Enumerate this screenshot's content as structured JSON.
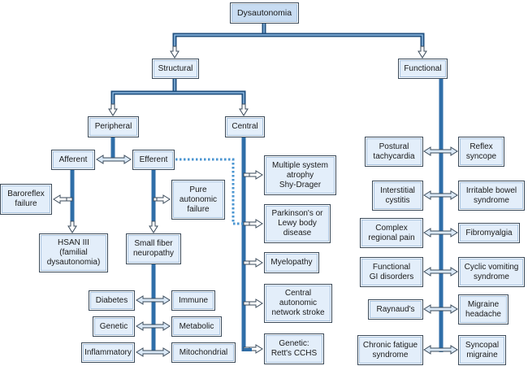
{
  "title": "Dysautonomia",
  "colors": {
    "line": "#2f6ea8",
    "line_dark": "#1f4f7f",
    "dotted": "#4a95d1",
    "box_fill": "#e3eefa",
    "box_border": "#3a4a5a"
  },
  "nodes": {
    "root": "Dysautonomia",
    "structural": "Structural",
    "functional": "Functional",
    "peripheral": "Peripheral",
    "central": "Central",
    "afferent": "Afferent",
    "efferent": "Efferent",
    "baroreflex": "Baroreflex\nfailure",
    "hsan": "HSAN III\n(familial\ndysautonomia)",
    "pure_autonomic": "Pure\nautonomic\nfailure",
    "small_fiber": "Small fiber\nneuropathy",
    "diabetes": "Diabetes",
    "immune": "Immune",
    "genetic": "Genetic",
    "metabolic": "Metabolic",
    "inflammatory": "Inflammatory",
    "mitochondrial": "Mitochondrial",
    "msa": "Multiple system\natrophy\nShy-Drager",
    "parkinsons": "Parkinson's or\nLewy body\ndisease",
    "myelopathy": "Myelopathy",
    "can_stroke": "Central\nautonomic\nnetwork stroke",
    "genetic_rett": "Genetic:\nRett's CCHS",
    "postural": "Postural\ntachycardia",
    "reflex_syncope": "Reflex\nsyncope",
    "interstitial": "Interstitial\ncystitis",
    "ibs": "Irritable bowel\nsyndrome",
    "crps": "Complex\nregional pain",
    "fibromyalgia": "Fibromyalgia",
    "functional_gi": "Functional\nGI disorders",
    "cyclic_vomiting": "Cyclic vomiting\nsyndrome",
    "raynauds": "Raynaud's",
    "migraine_headache": "Migraine\nheadache",
    "chronic_fatigue": "Chronic fatigue\nsyndrome",
    "syncopal_migraine": "Syncopal\nmigraine"
  }
}
